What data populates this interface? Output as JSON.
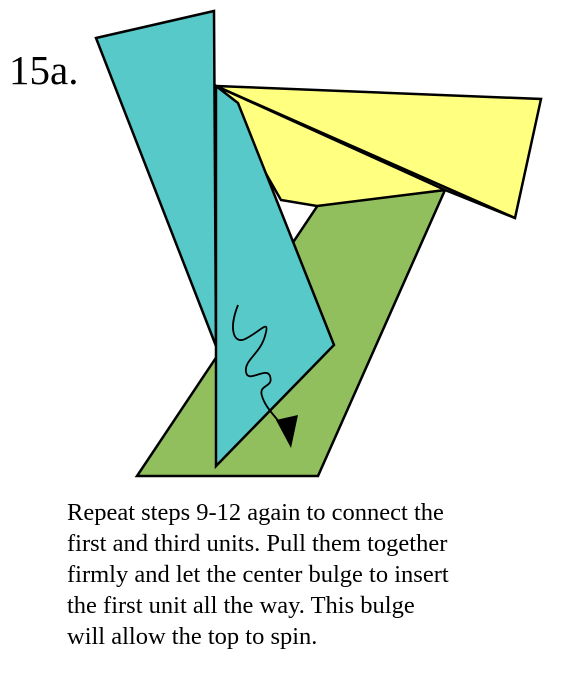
{
  "step": {
    "label": "15a."
  },
  "instructions": {
    "lines": [
      "Repeat steps 9-12 again to connect the",
      "first and third units.  Pull them together",
      "firmly and let the center bulge to insert",
      "the first unit all the way.  This bulge",
      "will allow the top to spin."
    ]
  },
  "colors": {
    "cyan_panel": "#57c9c8",
    "yellow_panel": "#ffff80",
    "green_panel": "#92bf5e",
    "outline": "#000000",
    "background": "#ffffff"
  },
  "icons": {
    "motion_arrow": "curved-arrow-icon"
  }
}
